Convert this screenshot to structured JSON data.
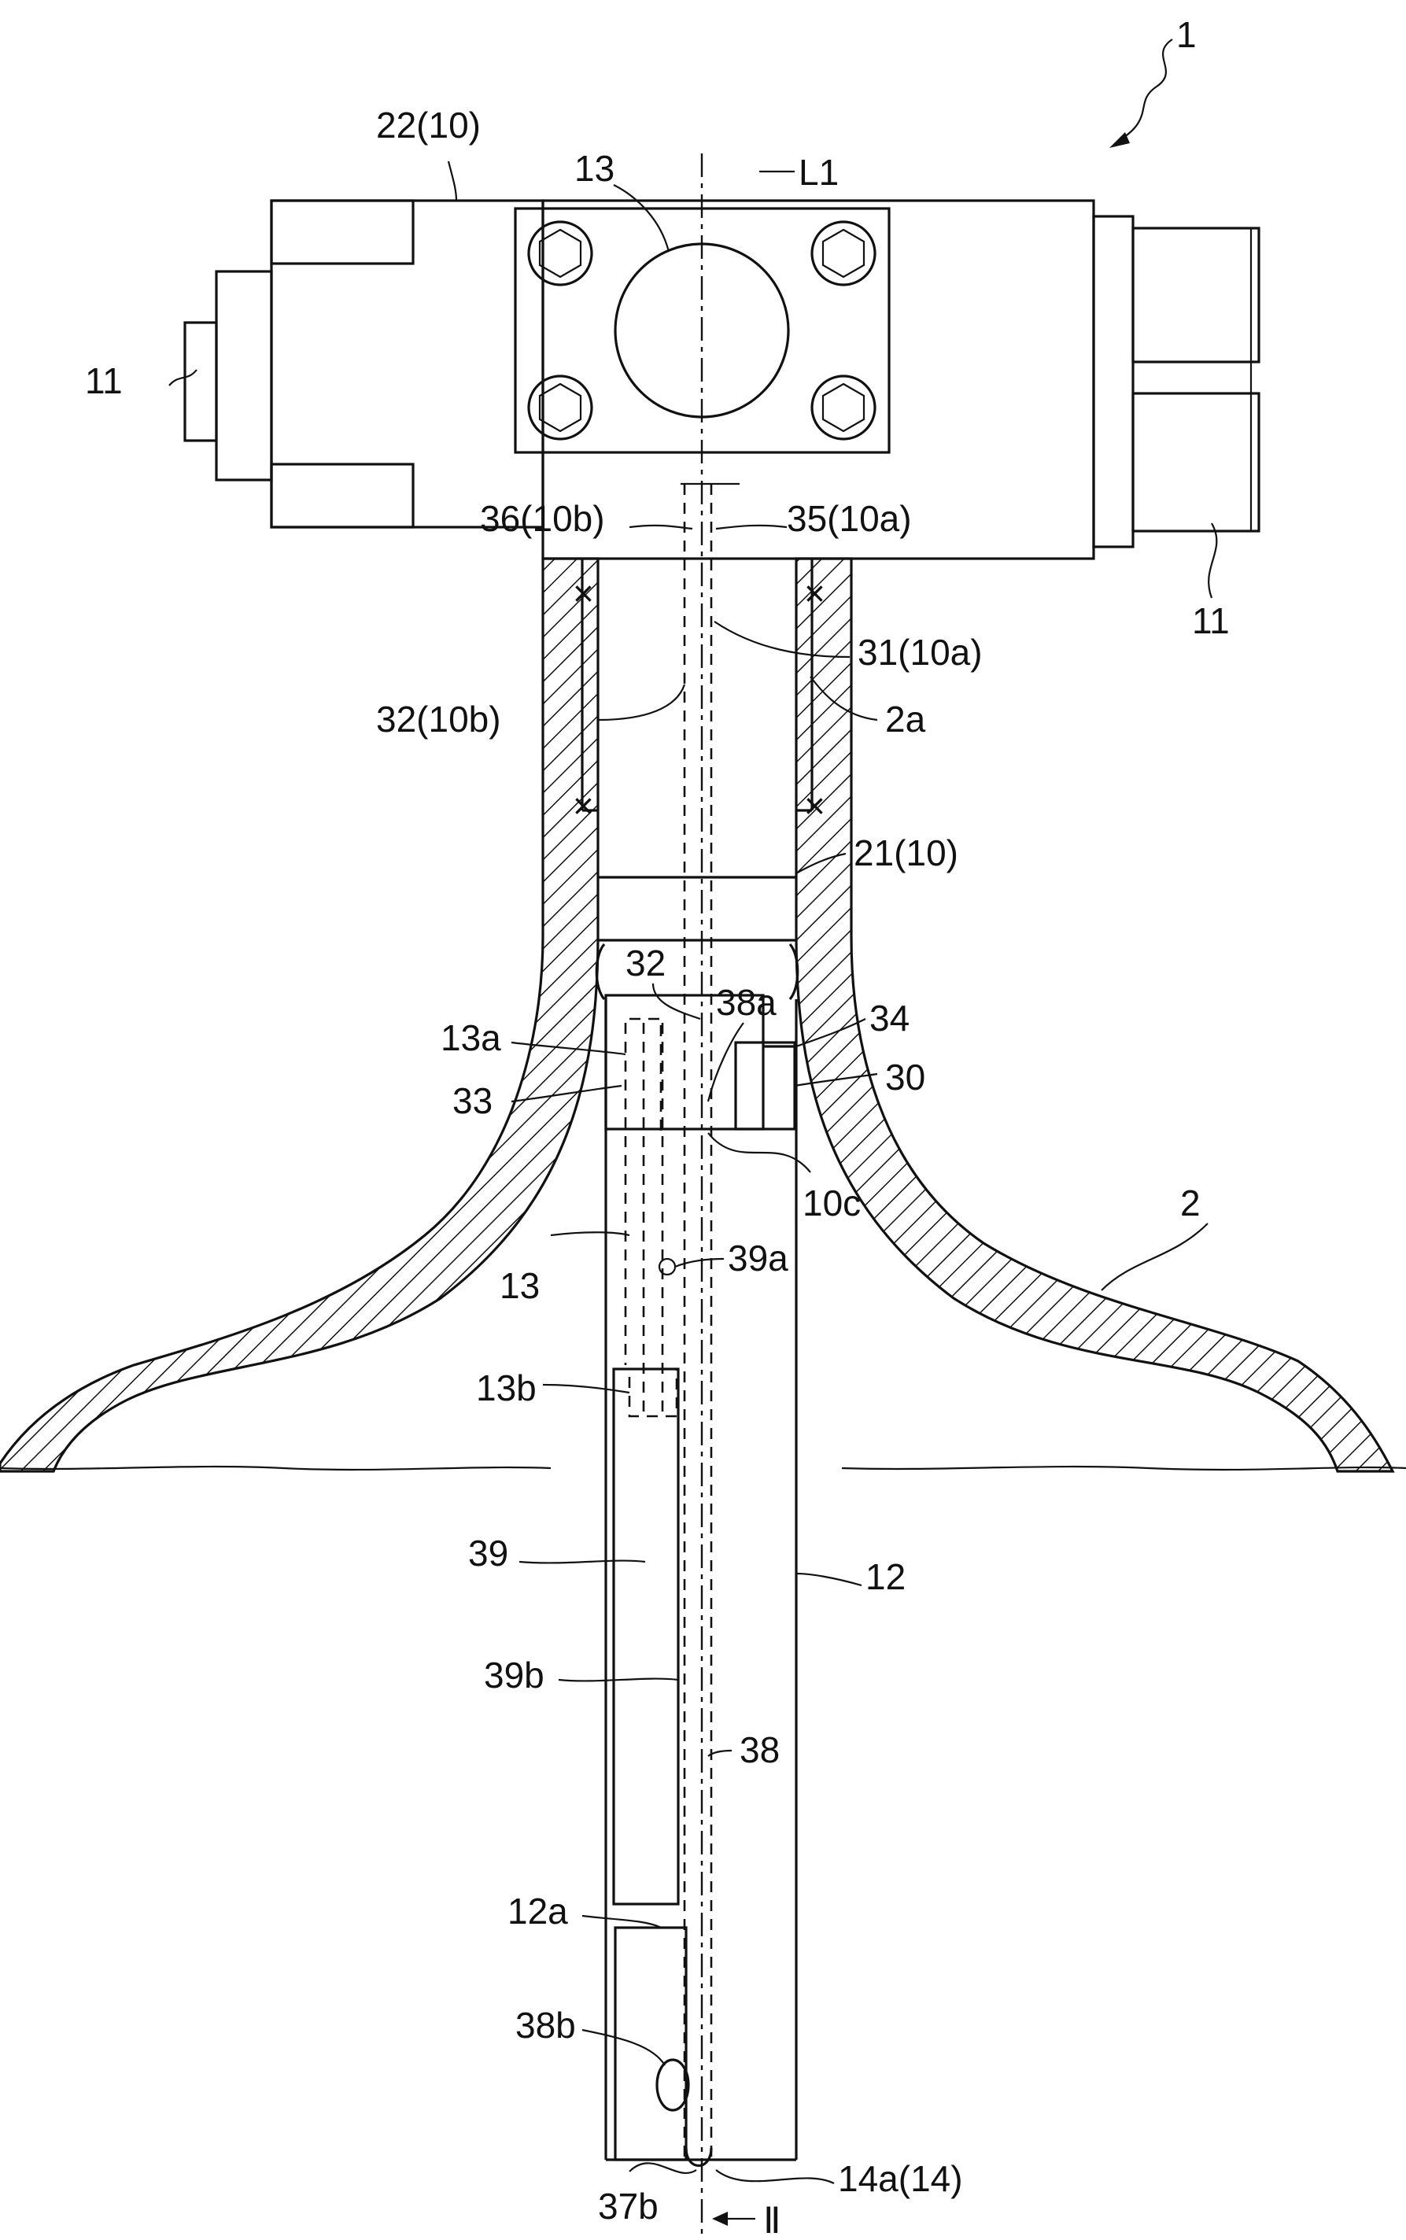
{
  "figure": {
    "labels": [
      {
        "id": "label-1",
        "text": "1"
      },
      {
        "id": "label-22-10",
        "text": "22(10)"
      },
      {
        "id": "label-13-top",
        "text": "13"
      },
      {
        "id": "label-l1",
        "text": "L1"
      },
      {
        "id": "label-11-left",
        "text": "11"
      },
      {
        "id": "label-11-right",
        "text": "11"
      },
      {
        "id": "label-36-10b",
        "text": "36(10b)"
      },
      {
        "id": "label-35-10a",
        "text": "35(10a)"
      },
      {
        "id": "label-31-10a",
        "text": "31(10a)"
      },
      {
        "id": "label-32-10b",
        "text": "32(10b)"
      },
      {
        "id": "label-2a",
        "text": "2a"
      },
      {
        "id": "label-21-10",
        "text": "21(10)"
      },
      {
        "id": "label-32",
        "text": "32"
      },
      {
        "id": "label-38a",
        "text": "38a"
      },
      {
        "id": "label-34",
        "text": "34"
      },
      {
        "id": "label-13a",
        "text": "13a"
      },
      {
        "id": "label-30",
        "text": "30"
      },
      {
        "id": "label-33",
        "text": "33"
      },
      {
        "id": "label-10c",
        "text": "10c"
      },
      {
        "id": "label-2",
        "text": "2"
      },
      {
        "id": "label-39a",
        "text": "39a"
      },
      {
        "id": "label-13-mid",
        "text": "13"
      },
      {
        "id": "label-13b",
        "text": "13b"
      },
      {
        "id": "label-39",
        "text": "39"
      },
      {
        "id": "label-12",
        "text": "12"
      },
      {
        "id": "label-39b",
        "text": "39b"
      },
      {
        "id": "label-38",
        "text": "38"
      },
      {
        "id": "label-12a",
        "text": "12a"
      },
      {
        "id": "label-38b",
        "text": "38b"
      },
      {
        "id": "label-37b",
        "text": "37b"
      },
      {
        "id": "label-14a-14",
        "text": "14a(14)"
      },
      {
        "id": "label-section-ii",
        "text": "Ⅱ"
      }
    ]
  }
}
